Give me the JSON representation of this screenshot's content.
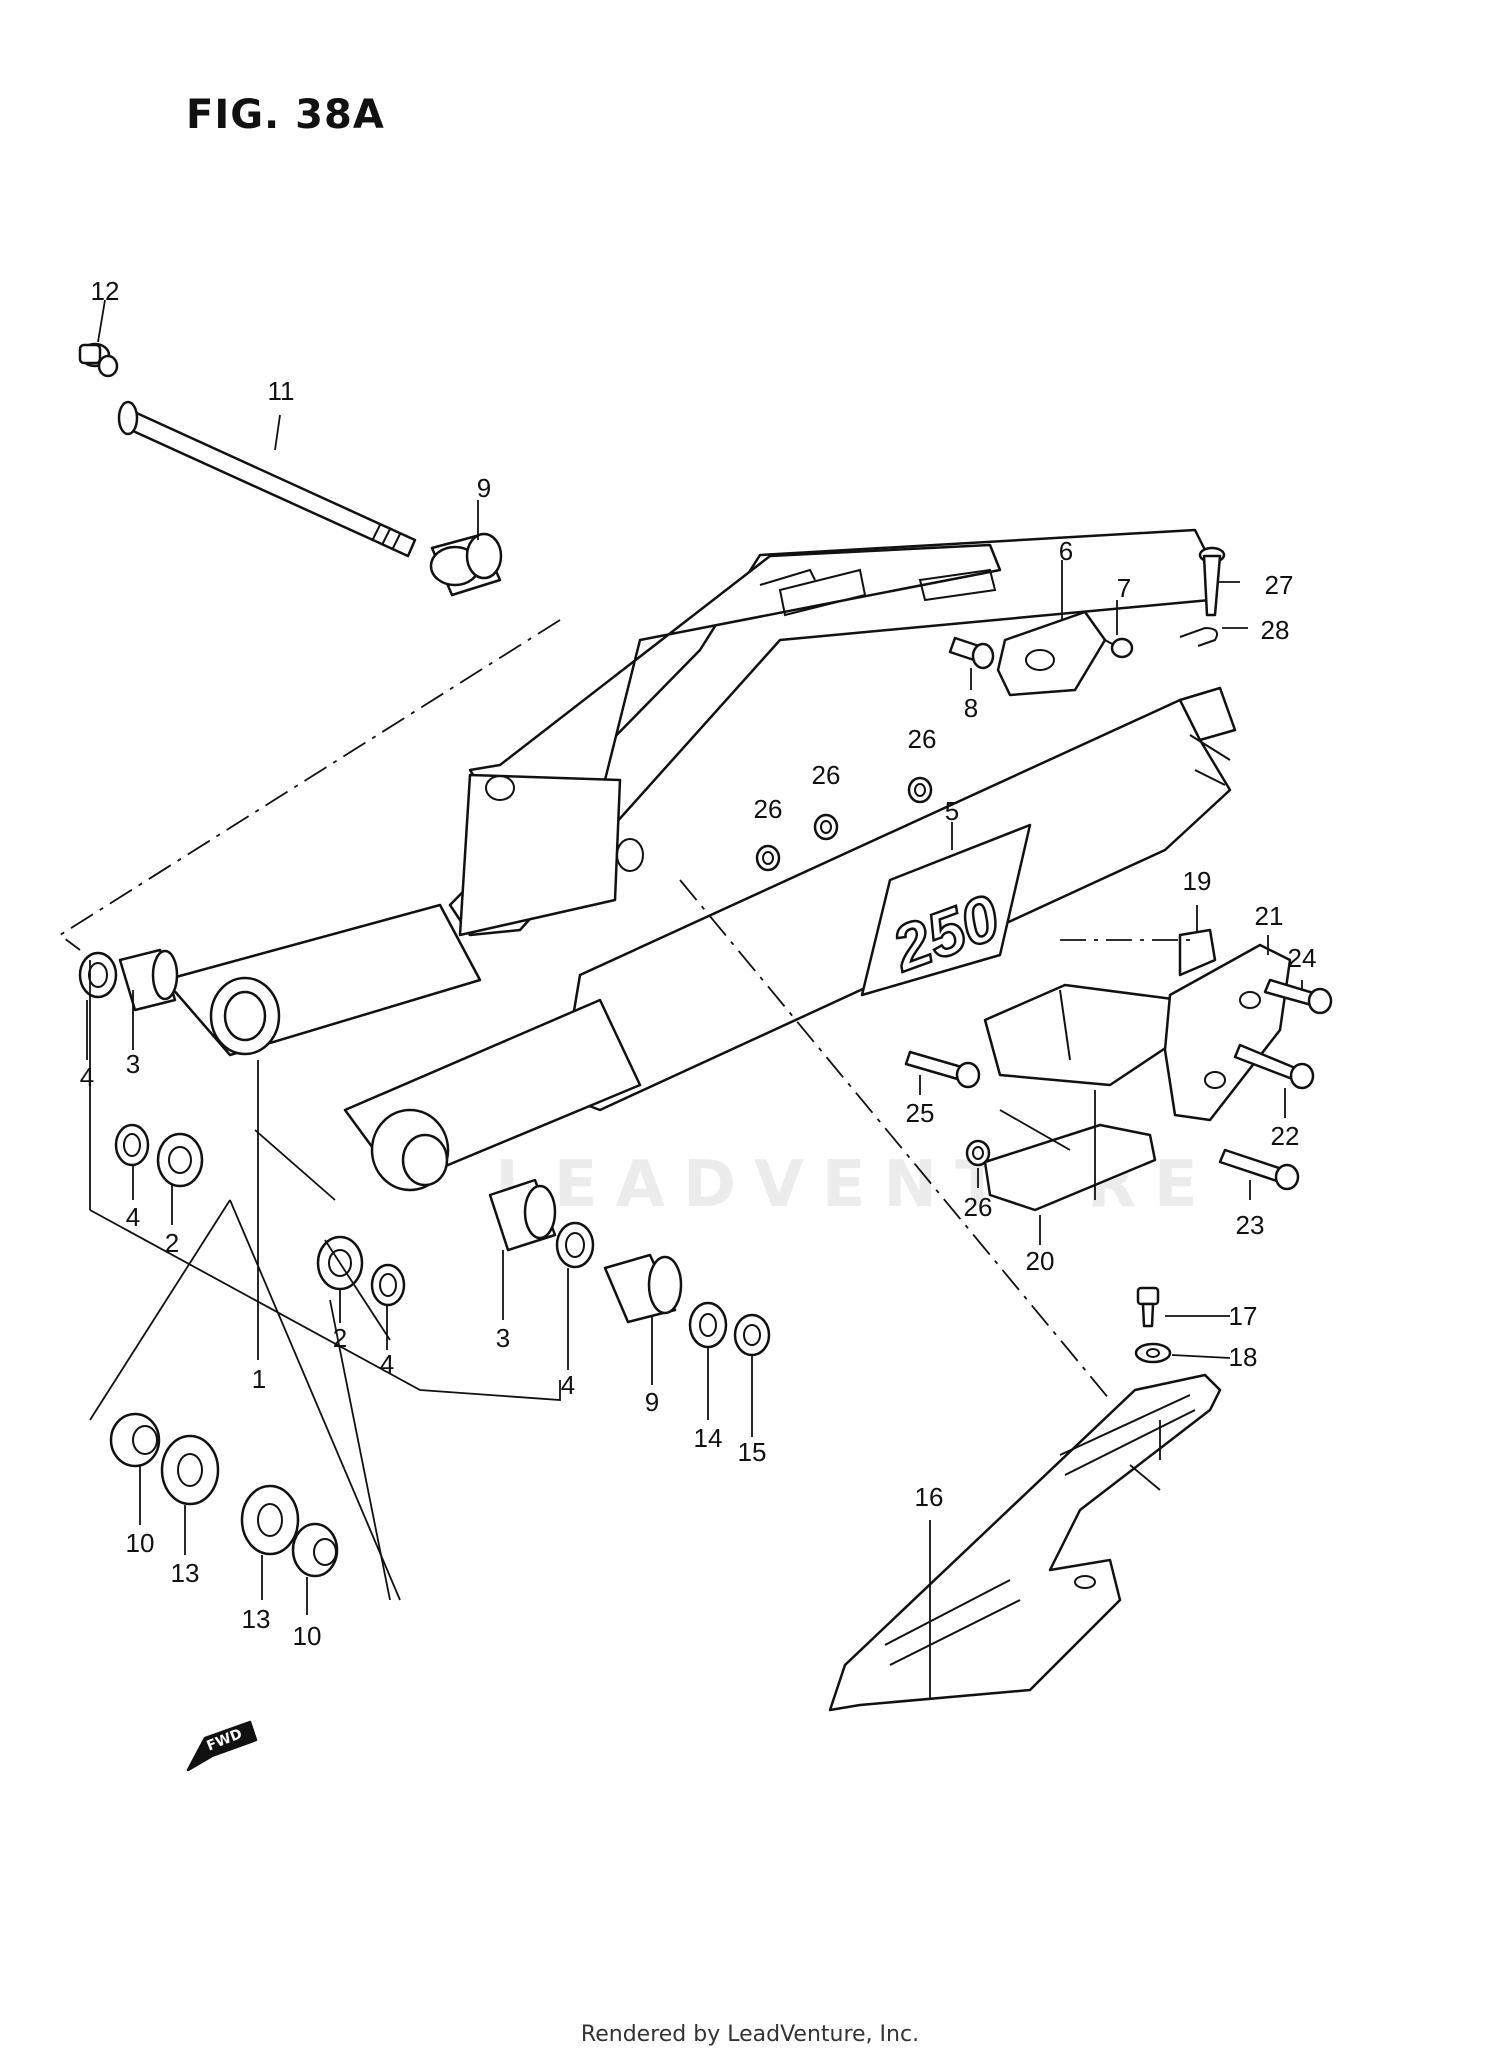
{
  "figure": {
    "title": "FIG. 38A"
  },
  "watermark": "LEADVENTURE",
  "footer": "Rendered by LeadVenture, Inc.",
  "direction_badge": "FWD",
  "decal_text": "250",
  "callouts": {
    "c1": "1",
    "c2a": "2",
    "c2b": "2",
    "c3a": "3",
    "c3b": "3",
    "c4a": "4",
    "c4b": "4",
    "c4c": "4",
    "c4d": "4",
    "c5": "5",
    "c6": "6",
    "c7": "7",
    "c8": "8",
    "c9a": "9",
    "c9b": "9",
    "c10a": "10",
    "c10b": "10",
    "c11": "11",
    "c12": "12",
    "c13a": "13",
    "c13b": "13",
    "c14": "14",
    "c15": "15",
    "c16": "16",
    "c17": "17",
    "c18": "18",
    "c19": "19",
    "c20": "20",
    "c21": "21",
    "c22": "22",
    "c23": "23",
    "c24": "24",
    "c25": "25",
    "c26a": "26",
    "c26b": "26",
    "c26c": "26",
    "c26d": "26",
    "c27": "27",
    "c28": "28"
  }
}
